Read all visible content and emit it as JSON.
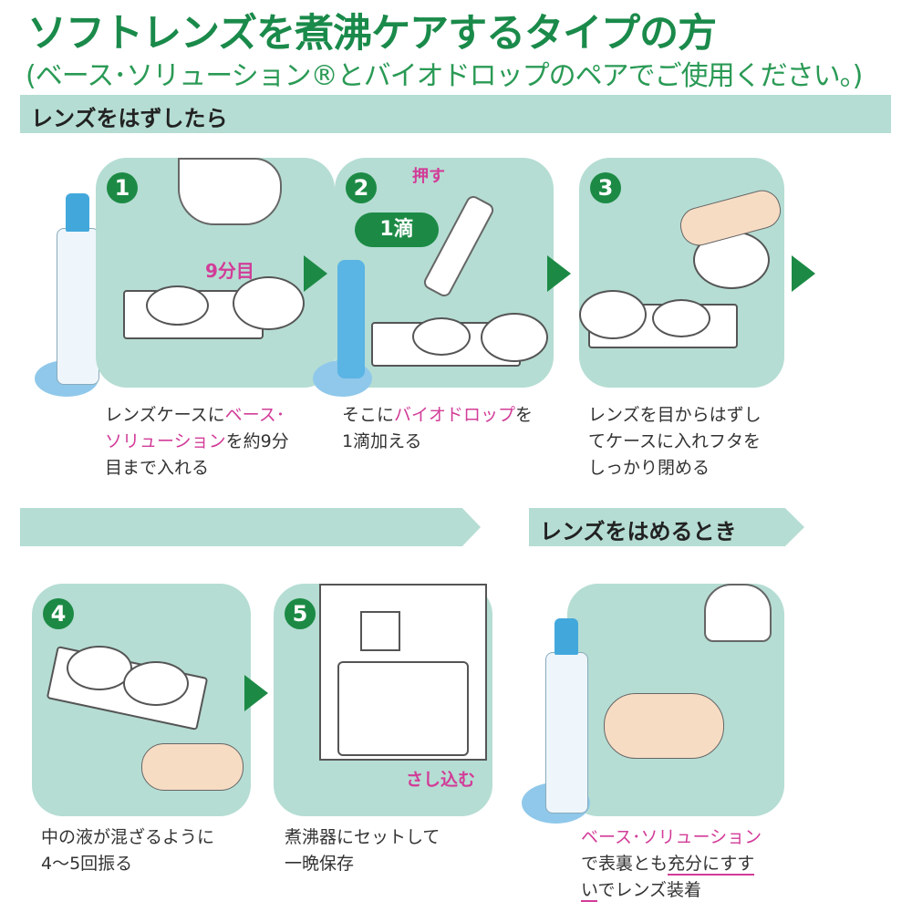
{
  "title": "ソフトレンズを煮沸ケアするタイプの方",
  "subtitle": "(ベース･ソリューション®とバイオドロップのペアでご使用ください。)",
  "section1": "レンズをはずしたら",
  "section2": "レンズをはめるとき",
  "steps": [
    {
      "num": "1",
      "label": "9分目",
      "cap": [
        "レンズケースに",
        "ベース･",
        "ソリューション",
        "を約9分",
        "目まで入れる"
      ]
    },
    {
      "num": "2",
      "label_push": "押す",
      "label_drop": "1滴",
      "cap": [
        "そこに",
        "バイオドロップ",
        "を",
        "1滴加える"
      ]
    },
    {
      "num": "3",
      "cap": [
        "レンズを目からはずし",
        "てケースに入れフタを",
        "しっかり閉める"
      ]
    },
    {
      "num": "4",
      "cap": [
        "中の液が混ざるように",
        "4～5回振る"
      ]
    },
    {
      "num": "5",
      "label": "さし込む",
      "cap": [
        "煮沸器にセットして",
        "一晩保存"
      ]
    },
    {
      "cap": [
        "ベース･ソリューション",
        "で表裏とも",
        "充分にすす",
        "い",
        "でレンズ装着"
      ]
    }
  ]
}
